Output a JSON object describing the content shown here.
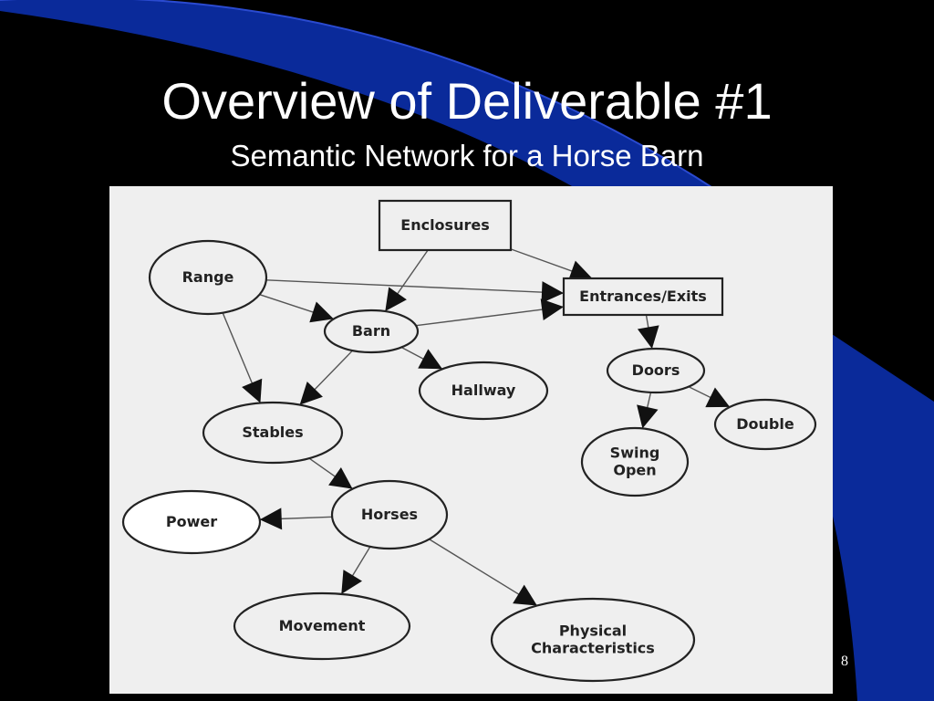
{
  "slide": {
    "title": "Overview of Deliverable #1",
    "subtitle": "Semantic Network for a Horse Barn",
    "page_number": "8"
  },
  "colors": {
    "background": "#000000",
    "accent_blue": "#0a2a9a",
    "diagram_bg": "#efefef",
    "ink": "#222222"
  },
  "diagram": {
    "nodes": [
      {
        "id": "enclosures",
        "label": "Enclosures",
        "shape": "box"
      },
      {
        "id": "range",
        "label": "Range",
        "shape": "ellipse"
      },
      {
        "id": "entrances",
        "label": "Entrances/Exits",
        "shape": "box"
      },
      {
        "id": "barn",
        "label": "Barn",
        "shape": "ellipse"
      },
      {
        "id": "hallway",
        "label": "Hallway",
        "shape": "ellipse"
      },
      {
        "id": "doors",
        "label": "Doors",
        "shape": "ellipse"
      },
      {
        "id": "stables",
        "label": "Stables",
        "shape": "ellipse"
      },
      {
        "id": "double",
        "label": "Double",
        "shape": "ellipse"
      },
      {
        "id": "swing",
        "label": "Swing\nOpen",
        "shape": "ellipse"
      },
      {
        "id": "power",
        "label": "Power",
        "shape": "ellipse"
      },
      {
        "id": "horses",
        "label": "Horses",
        "shape": "ellipse"
      },
      {
        "id": "movement",
        "label": "Movement",
        "shape": "ellipse"
      },
      {
        "id": "physical",
        "label": "Physical\nCharacteristics",
        "shape": "ellipse"
      }
    ],
    "edges": [
      {
        "from": "enclosures",
        "to": "entrances"
      },
      {
        "from": "enclosures",
        "to": "barn"
      },
      {
        "from": "range",
        "to": "entrances"
      },
      {
        "from": "range",
        "to": "barn"
      },
      {
        "from": "range",
        "to": "stables"
      },
      {
        "from": "barn",
        "to": "entrances"
      },
      {
        "from": "barn",
        "to": "hallway"
      },
      {
        "from": "barn",
        "to": "stables"
      },
      {
        "from": "entrances",
        "to": "doors"
      },
      {
        "from": "doors",
        "to": "double"
      },
      {
        "from": "doors",
        "to": "swing"
      },
      {
        "from": "stables",
        "to": "horses"
      },
      {
        "from": "horses",
        "to": "power"
      },
      {
        "from": "horses",
        "to": "movement"
      },
      {
        "from": "horses",
        "to": "physical"
      }
    ]
  }
}
